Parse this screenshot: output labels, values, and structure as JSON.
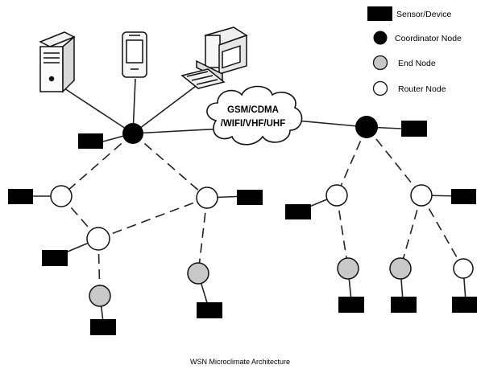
{
  "legend": {
    "sensor": "Sensor/Device",
    "coordinator": "Coordinator Node",
    "end": "End Node",
    "router": "Router Node"
  },
  "cloud_label": [
    "GSM/CDMA",
    "/WIFI/VHF/UHF"
  ],
  "caption": "WSN Microclimate Architecture",
  "colors": {
    "coordinator": "#000000",
    "end_node": "#c8c8c8",
    "router_node": "#ffffff",
    "sensor": "#000000",
    "line": "#222222"
  },
  "icons": [
    "server-icon",
    "mobile-phone-icon",
    "desktop-computer-icon"
  ]
}
